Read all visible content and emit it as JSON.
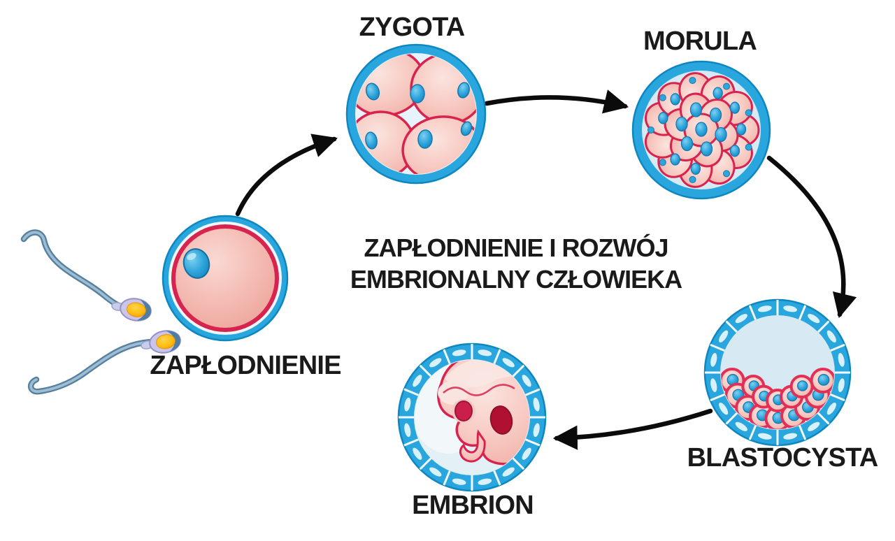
{
  "title": {
    "line1": "ZAPŁODNIENIE I ROZWÓJ",
    "line2": "EMBRIONALNY CZŁOWIEKA"
  },
  "stages": [
    {
      "name": "fertilization",
      "label": "ZAPŁODNIENIE"
    },
    {
      "name": "zygote",
      "label": "ZYGOTA"
    },
    {
      "name": "morula",
      "label": "MORULA"
    },
    {
      "name": "blastocyst",
      "label": "BLASTOCYSTA"
    },
    {
      "name": "embryo",
      "label": "EMBRION"
    }
  ],
  "colors": {
    "membrane_blue": "#2AA6DE",
    "membrane_outline": "#0E86BF",
    "inner_light_blue": "#D7EAF4",
    "cell_pink": "#F6C5BD",
    "cell_outline_red": "#D8234F",
    "nucleus_blue": "#2FA5DC",
    "sperm_head_lavender": "#CBC5E8",
    "sperm_acrosome_yellow": "#FFC012",
    "sperm_tail_blue_grey": "#57809E",
    "arrow_black": "#0B0B0B",
    "text_black": "#1A1A1A"
  }
}
